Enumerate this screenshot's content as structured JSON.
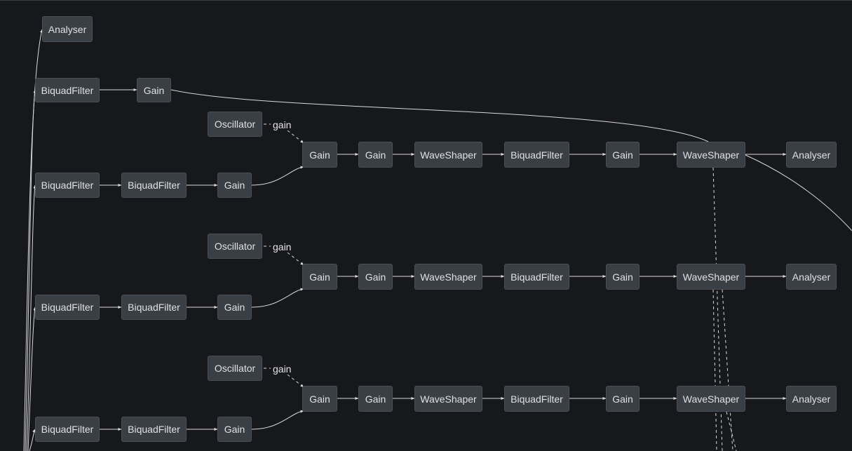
{
  "nodes": {
    "analyser_top": "Analyser",
    "r1_biquad": "BiquadFilter",
    "r1_gain": "Gain",
    "osc_a": "Oscillator",
    "osc_b": "Oscillator",
    "osc_c": "Oscillator",
    "r2_biquad_1": "BiquadFilter",
    "r2_biquad_2": "BiquadFilter",
    "r2_gain_in": "Gain",
    "r3_biquad_1": "BiquadFilter",
    "r3_biquad_2": "BiquadFilter",
    "r3_gain_in": "Gain",
    "r4_biquad_1": "BiquadFilter",
    "r4_biquad_2": "BiquadFilter",
    "r4_gain_in": "Gain",
    "chain_a": [
      "Gain",
      "Gain",
      "WaveShaper",
      "BiquadFilter",
      "Gain",
      "WaveShaper",
      "Analyser"
    ],
    "chain_b": [
      "Gain",
      "Gain",
      "WaveShaper",
      "BiquadFilter",
      "Gain",
      "WaveShaper",
      "Analyser"
    ],
    "chain_c": [
      "Gain",
      "Gain",
      "WaveShaper",
      "BiquadFilter",
      "Gain",
      "WaveShaper",
      "Analyser"
    ]
  },
  "edge_labels": {
    "osc_a_param": "gain",
    "osc_b_param": "gain",
    "osc_c_param": "gain"
  },
  "colors": {
    "background": "#17181b",
    "node_fill": "#3a3e45",
    "node_border": "#4a4e55",
    "node_text": "#dfe1e4",
    "edge": "#d9d9d9"
  }
}
